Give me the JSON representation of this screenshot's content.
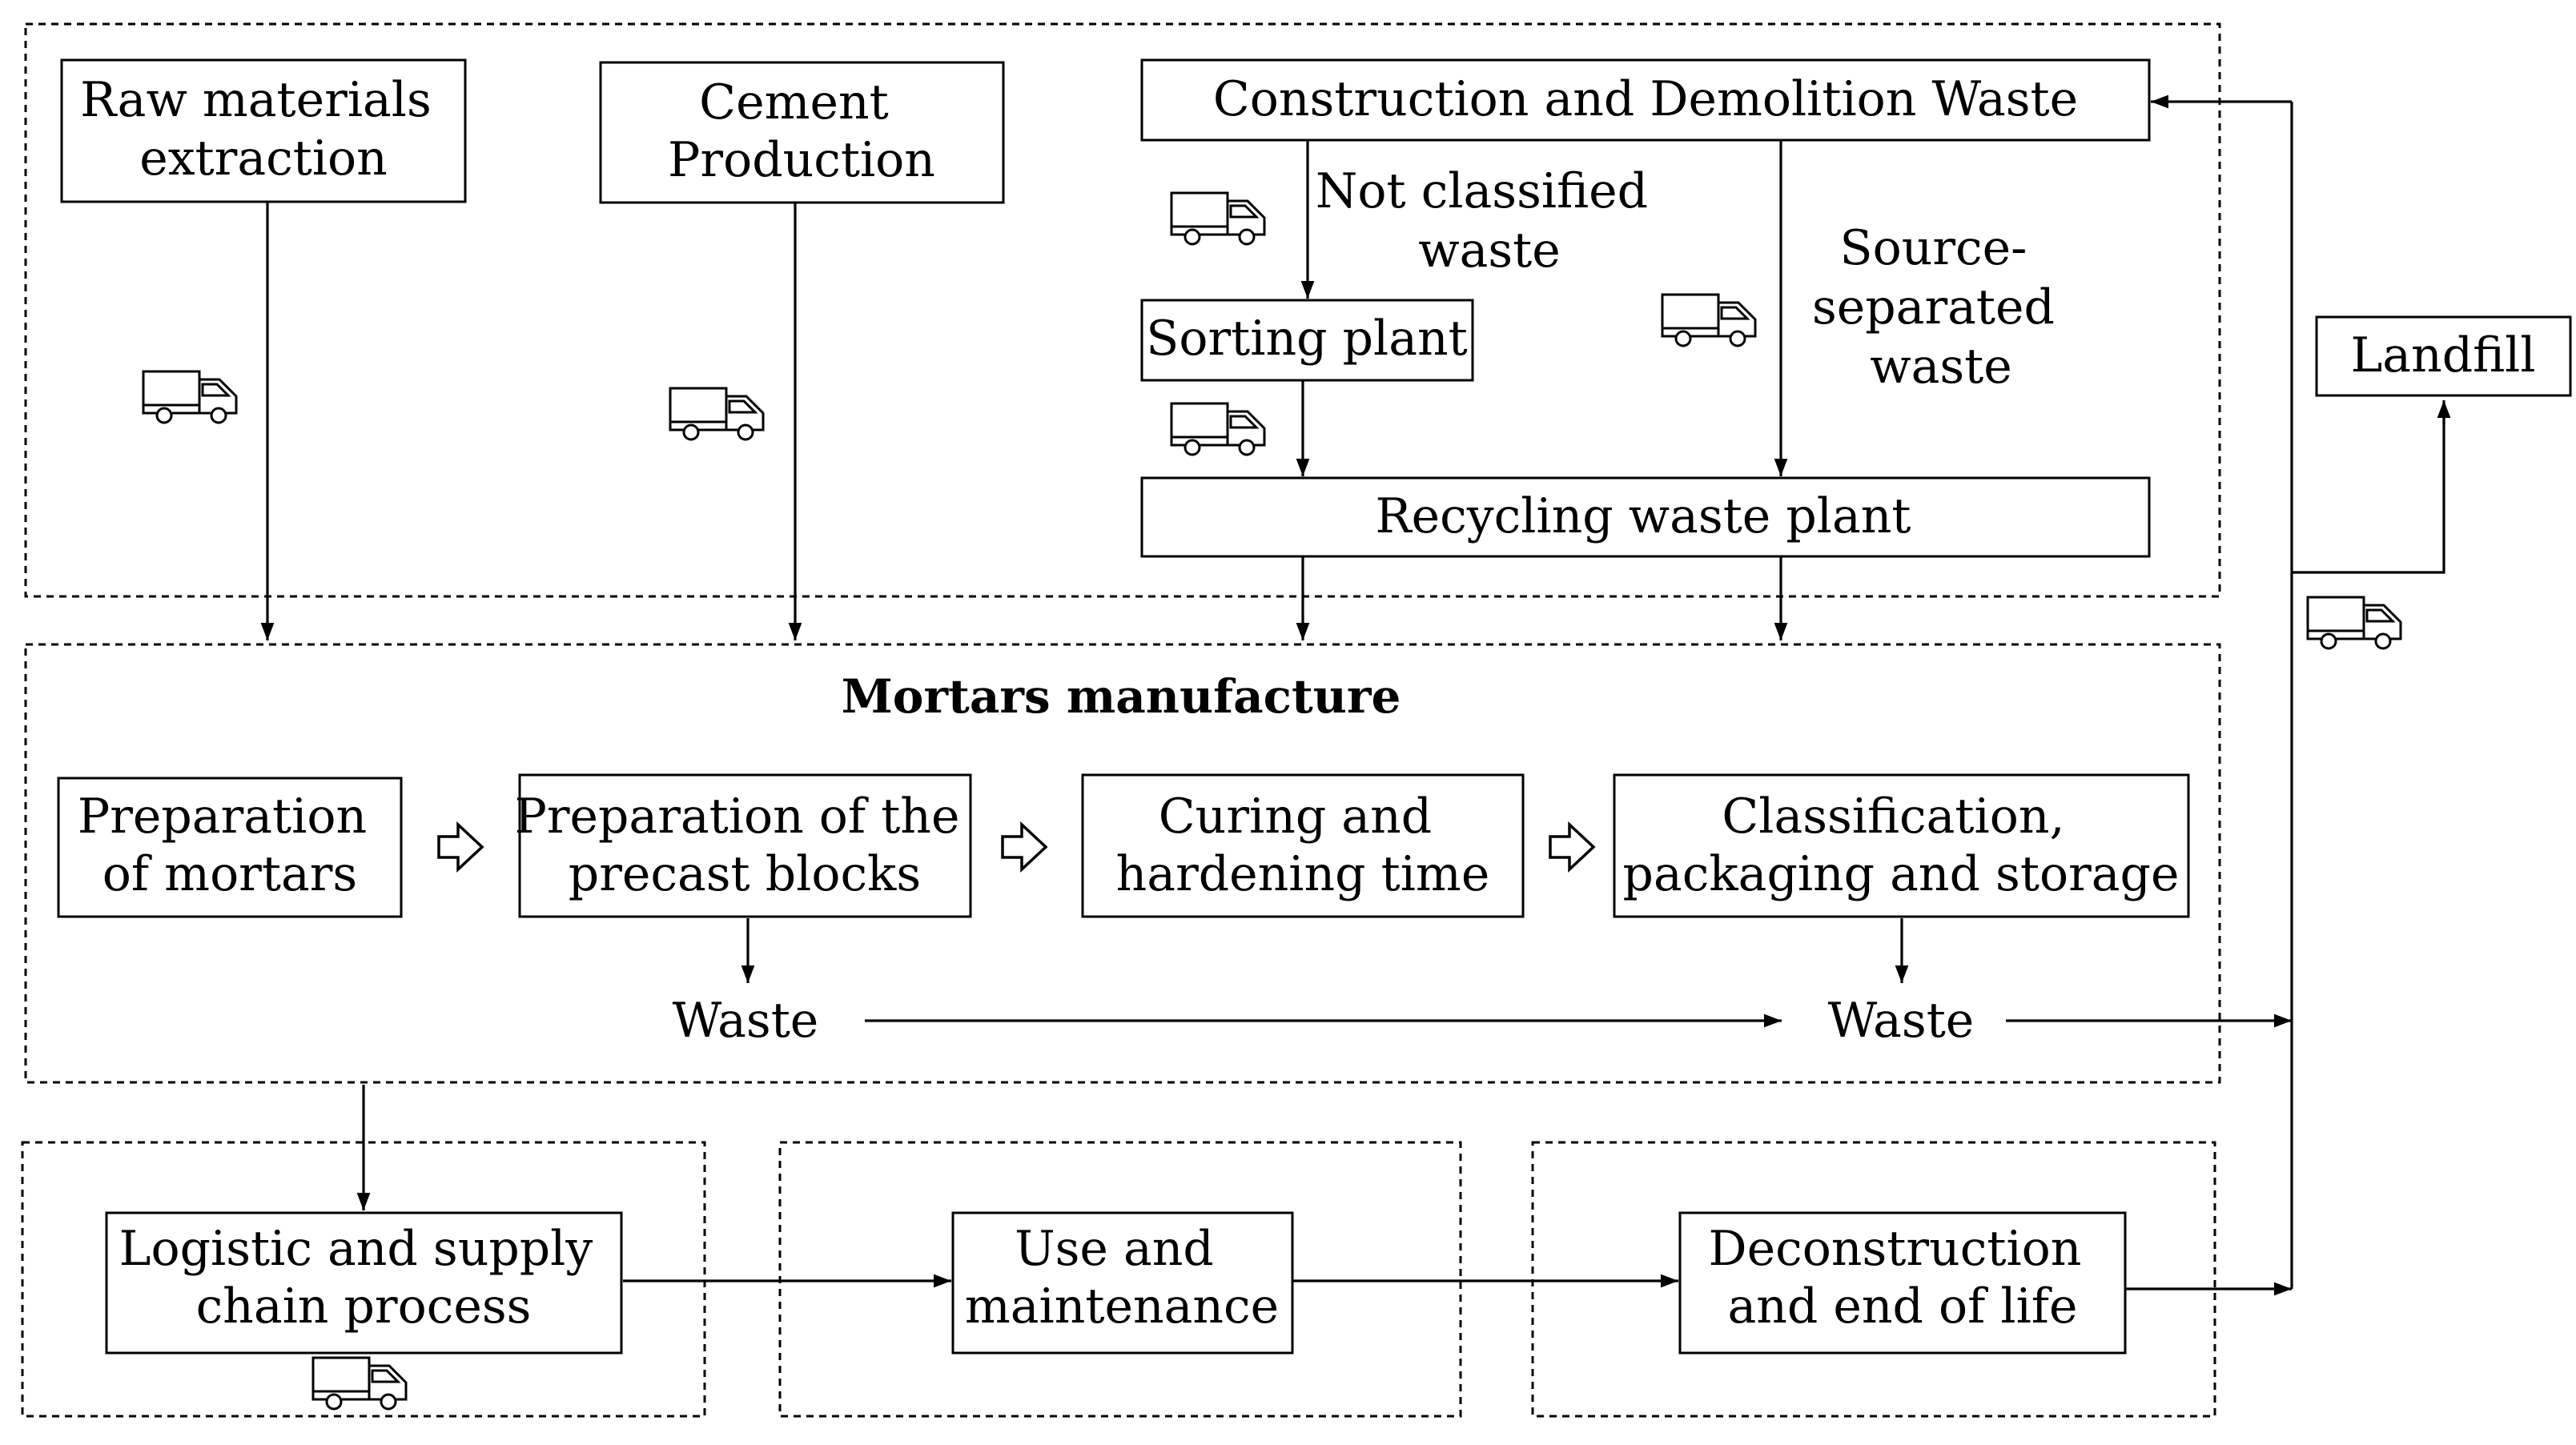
{
  "diagram": {
    "nodes": {
      "raw_materials": [
        "Raw materials",
        "extraction"
      ],
      "cement": [
        "Cement",
        "Production"
      ],
      "cdw": [
        "Construction and Demolition Waste"
      ],
      "not_classified": [
        "Not classified",
        "waste"
      ],
      "source_separated": [
        "Source-",
        "separated",
        "waste"
      ],
      "sorting": [
        "Sorting plant"
      ],
      "recycling": [
        "Recycling waste plant"
      ],
      "landfill": [
        "Landfill"
      ],
      "mortars_title": [
        "Mortars manufacture"
      ],
      "prep_mortars": [
        "Preparation",
        "of mortars"
      ],
      "prep_blocks": [
        "Preparation of the",
        "precast blocks"
      ],
      "curing": [
        "Curing and",
        "hardening time"
      ],
      "classification": [
        "Classification,",
        "packaging and storage"
      ],
      "waste_1": [
        "Waste"
      ],
      "waste_2": [
        "Waste"
      ],
      "logistic": [
        "Logistic and supply",
        "chain process"
      ],
      "use": [
        "Use and",
        "maintenance"
      ],
      "deconstruction": [
        "Deconstruction",
        "and end of life"
      ]
    },
    "icons": [
      "truck-icon"
    ],
    "colors": {
      "stroke": "#000000",
      "background": "#ffffff"
    }
  }
}
